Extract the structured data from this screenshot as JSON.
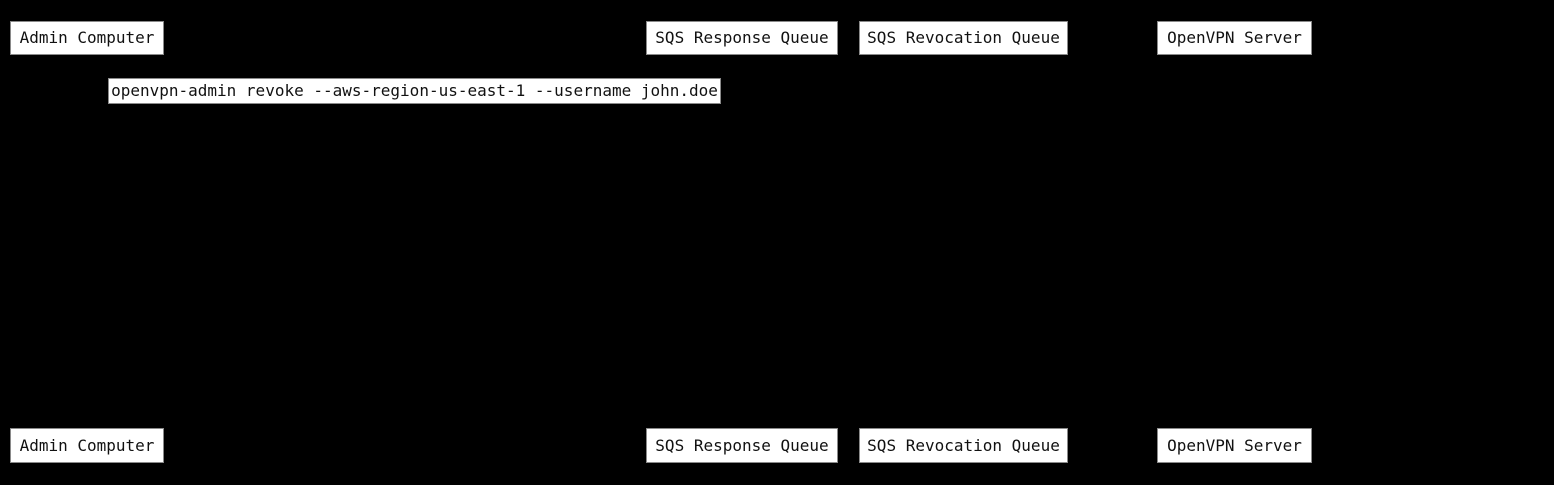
{
  "diagram": {
    "type": "sequence-diagram",
    "colors": {
      "background": "#000000",
      "box_fill": "#ffffff",
      "box_border": "#8a8a8a",
      "box_text": "#111111"
    },
    "actors": [
      {
        "label": "Admin Computer"
      },
      {
        "label": "SQS Response Queue"
      },
      {
        "label": "SQS Revocation Queue"
      },
      {
        "label": "OpenVPN Server"
      }
    ],
    "message": {
      "label": "openvpn-admin revoke --aws-region-us-east-1 --username john.doe"
    }
  }
}
